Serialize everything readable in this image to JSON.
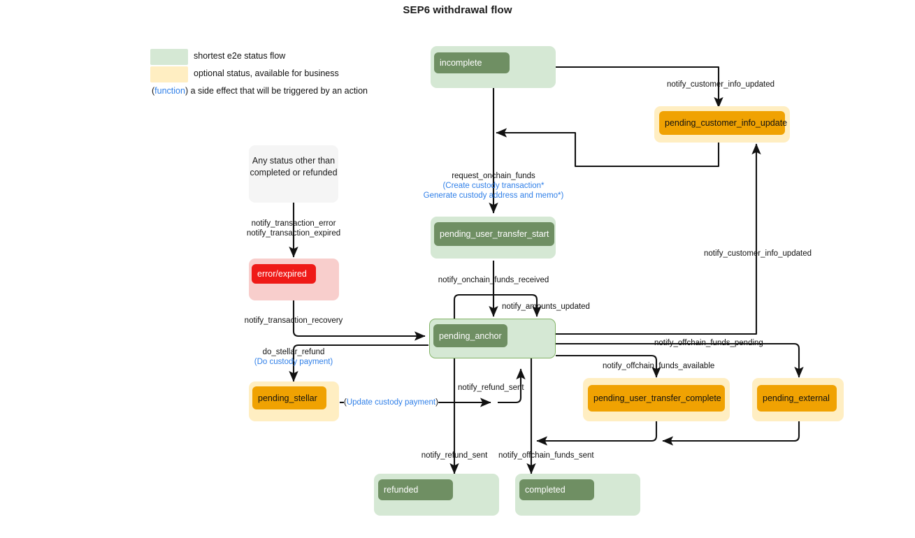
{
  "title": "SEP6 withdrawal flow",
  "legend": {
    "items": [
      {
        "swatch_color": "#d5e8d4",
        "label": "shortest e2e status flow"
      },
      {
        "swatch_color": "#ffeec2",
        "label": "optional status, available for business"
      }
    ],
    "function_note": {
      "open_paren": "(",
      "function_word": "function",
      "close_and_text": ") a side effect that will be triggered by an action"
    }
  },
  "colors": {
    "green_box": "#d5e8d4",
    "green_chip": "#6f8f63",
    "green_border": "#82b366",
    "orange_box": "#ffeec2",
    "orange_chip": "#f0a202",
    "red_box": "#f8cecc",
    "red_chip": "#ef1a17",
    "grey_box": "#f5f5f5",
    "edge": "#111111",
    "function_text": "#2f7fe8"
  },
  "nodes": [
    {
      "id": "incomplete",
      "label": "incomplete",
      "kind": "green"
    },
    {
      "id": "pending_customer_info_update",
      "label": "pending_customer_info_update",
      "kind": "orange"
    },
    {
      "id": "any_status",
      "label": "Any status other than completed or refunded",
      "line1": "Any status other than",
      "line2": "completed or refunded",
      "kind": "grey"
    },
    {
      "id": "error_expired",
      "label": "error/expired",
      "kind": "red"
    },
    {
      "id": "pending_user_transfer_start",
      "label": "pending_user_transfer_start",
      "kind": "green"
    },
    {
      "id": "pending_anchor",
      "label": "pending_anchor",
      "kind": "green"
    },
    {
      "id": "pending_stellar",
      "label": "pending_stellar",
      "kind": "orange"
    },
    {
      "id": "pending_user_transfer_complete",
      "label": "pending_user_transfer_complete",
      "kind": "orange"
    },
    {
      "id": "pending_external",
      "label": "pending_external",
      "kind": "orange"
    },
    {
      "id": "refunded",
      "label": "refunded",
      "kind": "green"
    },
    {
      "id": "completed",
      "label": "completed",
      "kind": "green"
    }
  ],
  "edges": [
    {
      "id": "e1",
      "from": "incomplete",
      "to": "pending_customer_info_update",
      "label": "notify_customer_info_updated"
    },
    {
      "id": "e2",
      "from": "pending_customer_info_update",
      "to": "incomplete_down",
      "label": ""
    },
    {
      "id": "e3",
      "from": "incomplete",
      "to": "pending_user_transfer_start",
      "label": "request_onchain_funds",
      "sub1": "(Create custody transaction*",
      "sub2": "Generate custody address and memo*)"
    },
    {
      "id": "e4",
      "from": "any_status",
      "to": "error_expired",
      "label_line1": "notify_transaction_error",
      "label_line2": "notify_transaction_expired"
    },
    {
      "id": "e5",
      "from": "error_expired",
      "to": "pending_anchor",
      "label": "notify_transaction_recovery"
    },
    {
      "id": "e6",
      "from": "pending_anchor",
      "to": "pending_stellar",
      "label": "do_stellar_refund",
      "sub1": "(Do custody payment)"
    },
    {
      "id": "e7",
      "from": "pending_stellar",
      "to": "pending_anchor",
      "label_open": "(",
      "label_fn": "Update custody payment",
      "label_close": ")"
    },
    {
      "id": "e8",
      "from": "pending_user_transfer_start",
      "to": "pending_anchor",
      "label": "notify_onchain_funds_received"
    },
    {
      "id": "e9",
      "from": "pending_anchor",
      "to": "pending_anchor",
      "label": "notify_amounts_updated"
    },
    {
      "id": "e10",
      "from": "pending_anchor",
      "to": "pending_customer_info_update",
      "label": "notify_customer_info_updated"
    },
    {
      "id": "e11",
      "from": "pending_anchor",
      "to": "pending_external",
      "label": "notify_offchain_funds_pending"
    },
    {
      "id": "e12",
      "from": "pending_anchor",
      "to": "pending_user_transfer_complete",
      "label": "notify_offchain_funds_available"
    },
    {
      "id": "e13",
      "from": "pending_anchor",
      "to": "refunded",
      "label": "notify_refund_sent"
    },
    {
      "id": "e14",
      "from": "pending_anchor",
      "to": "completed",
      "label": "notify_offchain_funds_sent"
    },
    {
      "id": "e15",
      "from": "pending_stellar",
      "to": "pending_anchor",
      "label": "notify_refund_sent"
    }
  ]
}
